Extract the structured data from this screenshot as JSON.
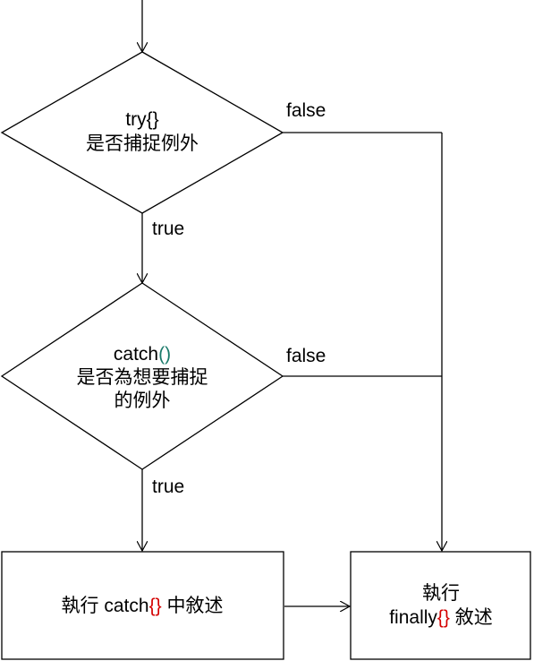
{
  "decision_try": {
    "keyword": "try",
    "braces": "{}",
    "question": "是否捕捉例外",
    "false_label": "false",
    "true_label": "true"
  },
  "decision_catch": {
    "keyword": "catch",
    "parens": "()",
    "question_line1": "是否為想要捕捉",
    "question_line2": "的例外",
    "false_label": "false",
    "true_label": "true"
  },
  "process_catch": {
    "prefix": "執行 catch",
    "braces": "{}",
    "suffix": " 中敘述"
  },
  "process_finally": {
    "line1": "執行",
    "prefix": "finally",
    "braces": "{}",
    "suffix": " 敘述"
  },
  "colors": {
    "line": "#000000",
    "brace_accent": "#d40000",
    "paren_accent": "#1a7a6a"
  }
}
